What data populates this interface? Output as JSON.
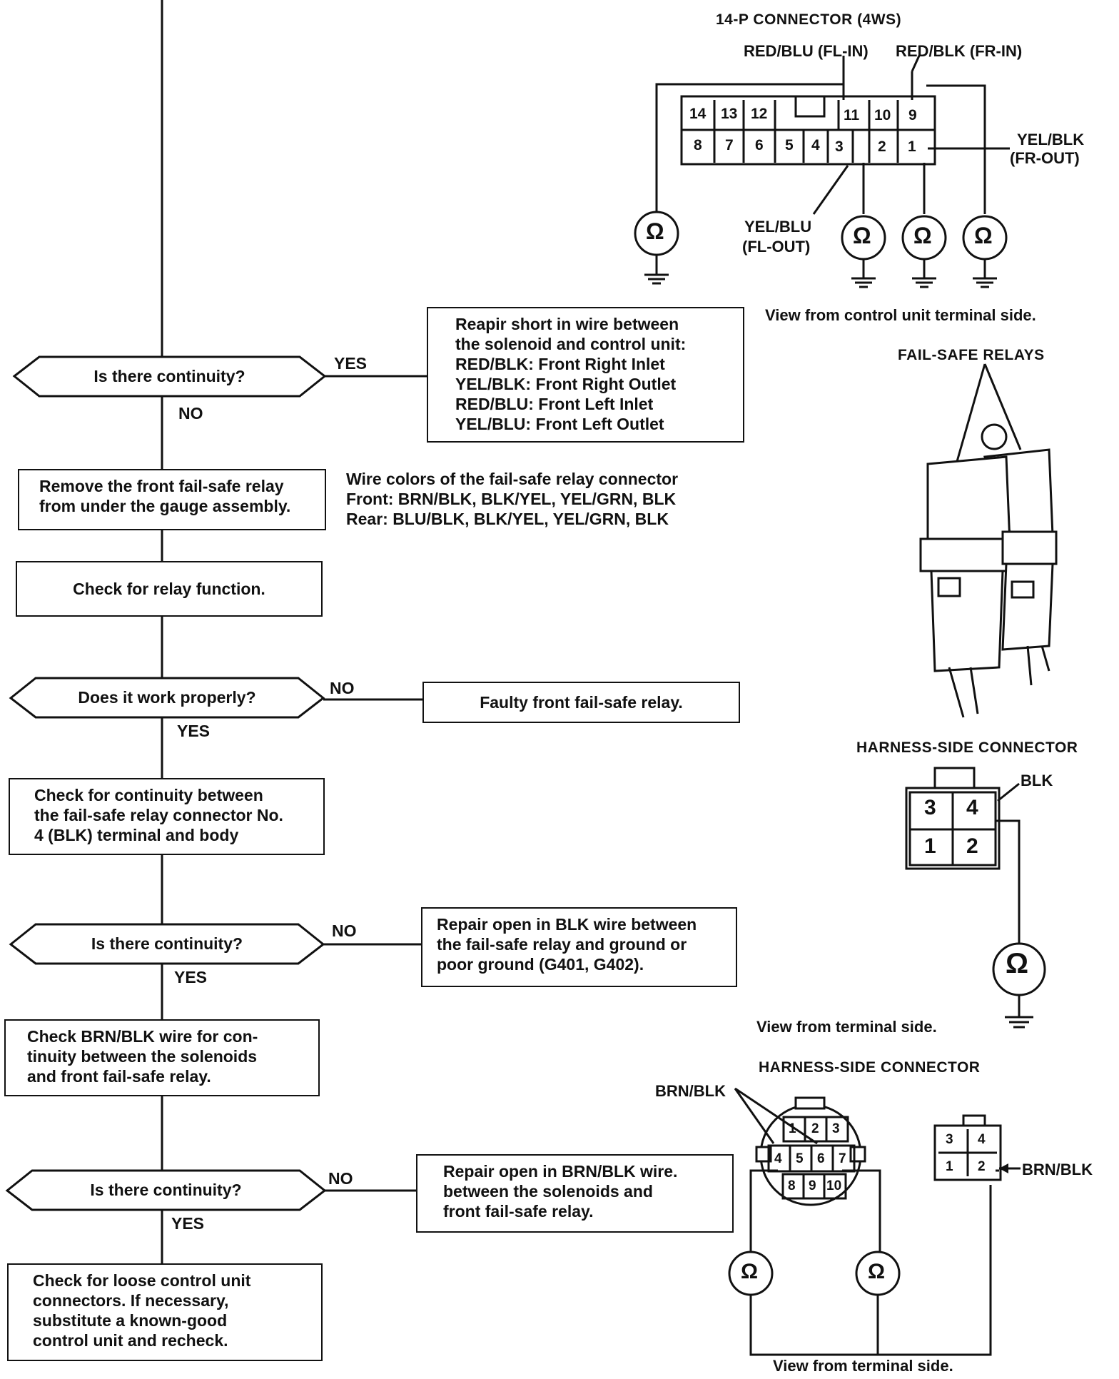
{
  "flowchart": {
    "q1": {
      "question": "Is there continuity?",
      "yes": "YES",
      "no": "NO"
    },
    "repair_short": "Reapir short in wire between\nthe solenoid and control unit:\nRED/BLK: Front Right Inlet\nYEL/BLK: Front Right Outlet\nRED/BLU: Front Left Inlet\nYEL/BLU: Front Left Outlet",
    "remove_relay": "Remove the front fail-safe relay\nfrom under the gauge assembly.",
    "wire_colors_note": "Wire colors of the fail-safe relay connector\nFront: BRN/BLK, BLK/YEL, YEL/GRN, BLK\nRear:  BLU/BLK, BLK/YEL, YEL/GRN, BLK",
    "check_relay": "Check for relay function.",
    "q2": {
      "question": "Does it work properly?",
      "no": "NO",
      "yes": "YES"
    },
    "faulty_relay": "Faulty front fail-safe relay.",
    "check_blk": "Check for continuity between\nthe fail-safe relay connector No.\n4 (BLK) terminal and body",
    "q3": {
      "question": "Is there continuity?",
      "no": "NO",
      "yes": "YES"
    },
    "repair_blk": "Repair open in BLK wire between\nthe fail-safe relay and ground or\npoor ground (G401, G402).",
    "check_brn": "Check BRN/BLK wire for con-\ntinuity between the solenoids\nand front fail-safe relay.",
    "q4": {
      "question": "Is there continuity?",
      "no": "NO",
      "yes": "YES"
    },
    "repair_brn": "Repair open in BRN/BLK wire.\nbetween the solenoids and\nfront fail-safe relay.",
    "check_loose": "Check for loose control unit\nconnectors. If necessary,\nsubstitute a known-good\ncontrol unit and recheck."
  },
  "connector_14p": {
    "title": "14-P CONNECTOR (4WS)",
    "label_red_blu": "RED/BLU (FL-IN)",
    "label_red_blk": "RED/BLK (FR-IN)",
    "label_yel_blk_1": "YEL/BLK",
    "label_yel_blk_2": "(FR-OUT)",
    "label_yel_blu_1": "YEL/BLU",
    "label_yel_blu_2": "(FL-OUT)",
    "top_row_pins": [
      "14",
      "13",
      "12",
      "11",
      "10",
      "9"
    ],
    "bottom_row_pins": [
      "8",
      "7",
      "6",
      "5",
      "4",
      "3",
      "2",
      "1"
    ],
    "caption": "View from control unit terminal side."
  },
  "relays": {
    "title": "FAIL-SAFE RELAYS"
  },
  "harness_4p": {
    "title": "HARNESS-SIDE CONNECTOR",
    "wire_label": "BLK",
    "pins": [
      "3",
      "4",
      "1",
      "2"
    ],
    "caption": "View from terminal side."
  },
  "harness_10p": {
    "title": "HARNESS-SIDE CONNECTOR",
    "wire_label_left": "BRN/BLK",
    "wire_label_right": "BRN/BLK",
    "pins_top": [
      "1",
      "2",
      "3"
    ],
    "pins_mid": [
      "4",
      "5",
      "6",
      "7"
    ],
    "pins_bot": [
      "8",
      "9",
      "10"
    ],
    "small_pins": [
      "3",
      "4",
      "1",
      "2"
    ],
    "caption": "View from terminal side."
  },
  "ohm_symbol": "Ω"
}
